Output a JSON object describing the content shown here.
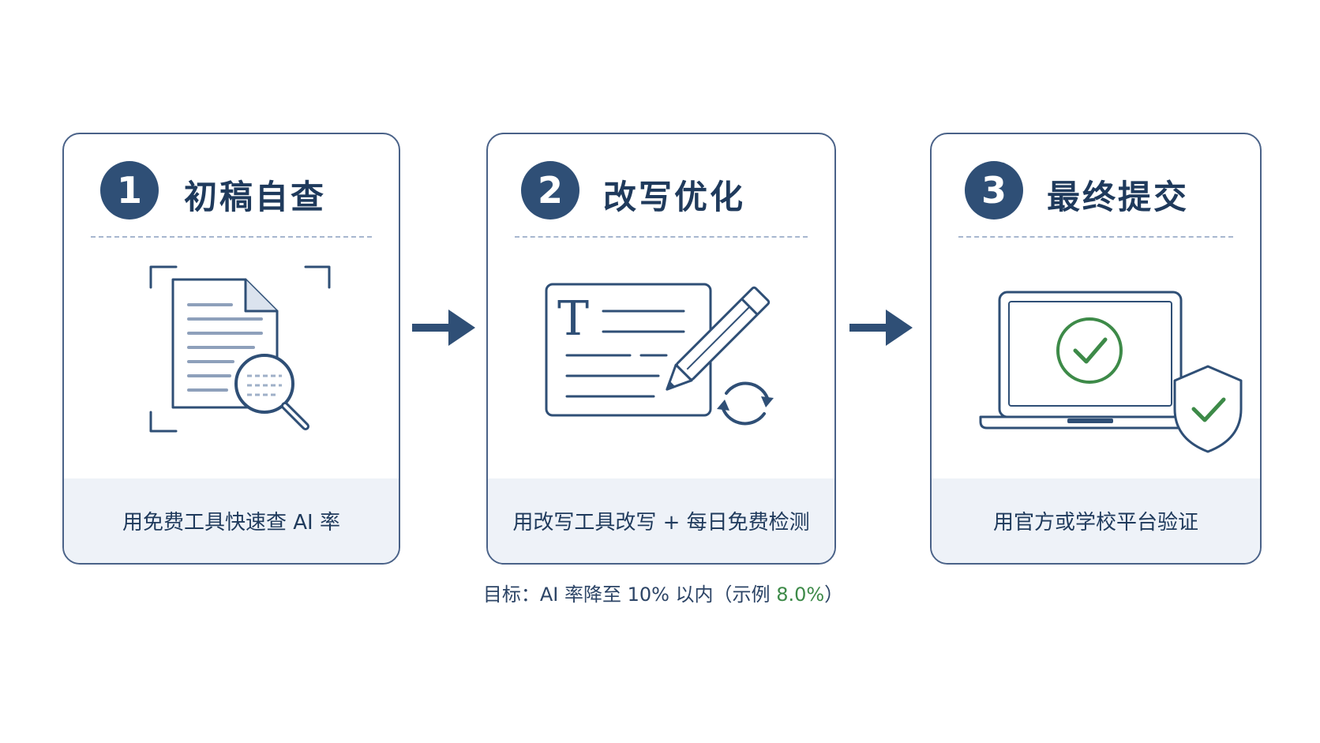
{
  "steps": [
    {
      "number": "1",
      "title": "初稿自查",
      "description": "用免费工具快速查 AI 率",
      "icon": "document-magnifier-icon"
    },
    {
      "number": "2",
      "title": "改写优化",
      "description": "用改写工具改写 + 每日免费检测",
      "icon": "edit-text-pencil-icon"
    },
    {
      "number": "3",
      "title": "最终提交",
      "description": "用官方或学校平台验证",
      "icon": "laptop-check-shield-icon"
    }
  ],
  "goal": {
    "prefix": "目标：AI 率降至 10% 以内（示例 ",
    "highlight": "8.0%",
    "suffix": "）"
  },
  "colors": {
    "primary": "#2f4f76",
    "border": "#4a6288",
    "footer_bg": "#eef2f8",
    "success": "#3d8a48"
  }
}
